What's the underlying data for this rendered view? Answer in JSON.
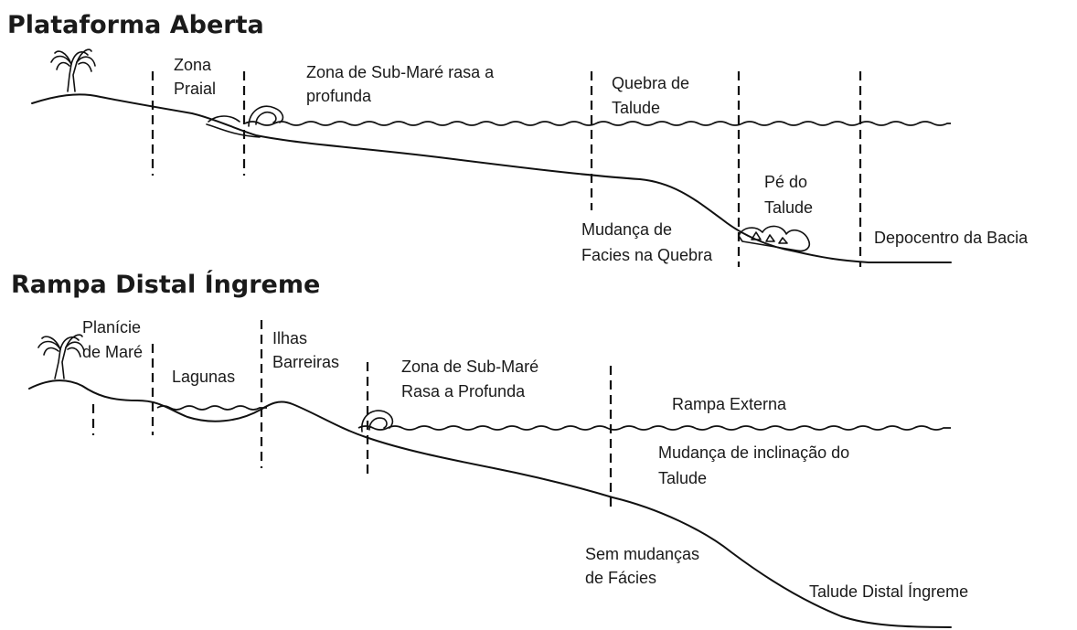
{
  "plataforma": {
    "title": "Plataforma Aberta",
    "labels": {
      "zona_praial": [
        "Zona",
        "Praial"
      ],
      "sub_mare": [
        "Zona de Sub-Maré rasa a",
        "profunda"
      ],
      "quebra": [
        "Quebra de",
        "Talude"
      ],
      "pe_talude": [
        "Pé do",
        "Talude"
      ],
      "mudanca": [
        "Mudança de",
        "Facies na Quebra"
      ],
      "depocentro": [
        "Depocentro da Bacia"
      ]
    }
  },
  "rampa": {
    "title": "Rampa Distal Íngreme",
    "labels": {
      "planicie": [
        "Planície",
        "de Maré"
      ],
      "lagunas": [
        "Lagunas"
      ],
      "ilhas": [
        "Ilhas",
        "Barreiras"
      ],
      "sub_mare": [
        "Zona de Sub-Maré",
        "Rasa a Profunda"
      ],
      "rampa_externa": [
        "Rampa Externa"
      ],
      "mudanca_inclinacao": [
        "Mudança de inclinação do",
        "Talude"
      ],
      "sem_mudancas": [
        "Sem mudanças",
        "de Fácies"
      ],
      "talude_distal": [
        "Talude Distal Íngreme"
      ]
    }
  },
  "icons": [
    "palm-tree-icon",
    "wave-icon",
    "debris-icon"
  ]
}
